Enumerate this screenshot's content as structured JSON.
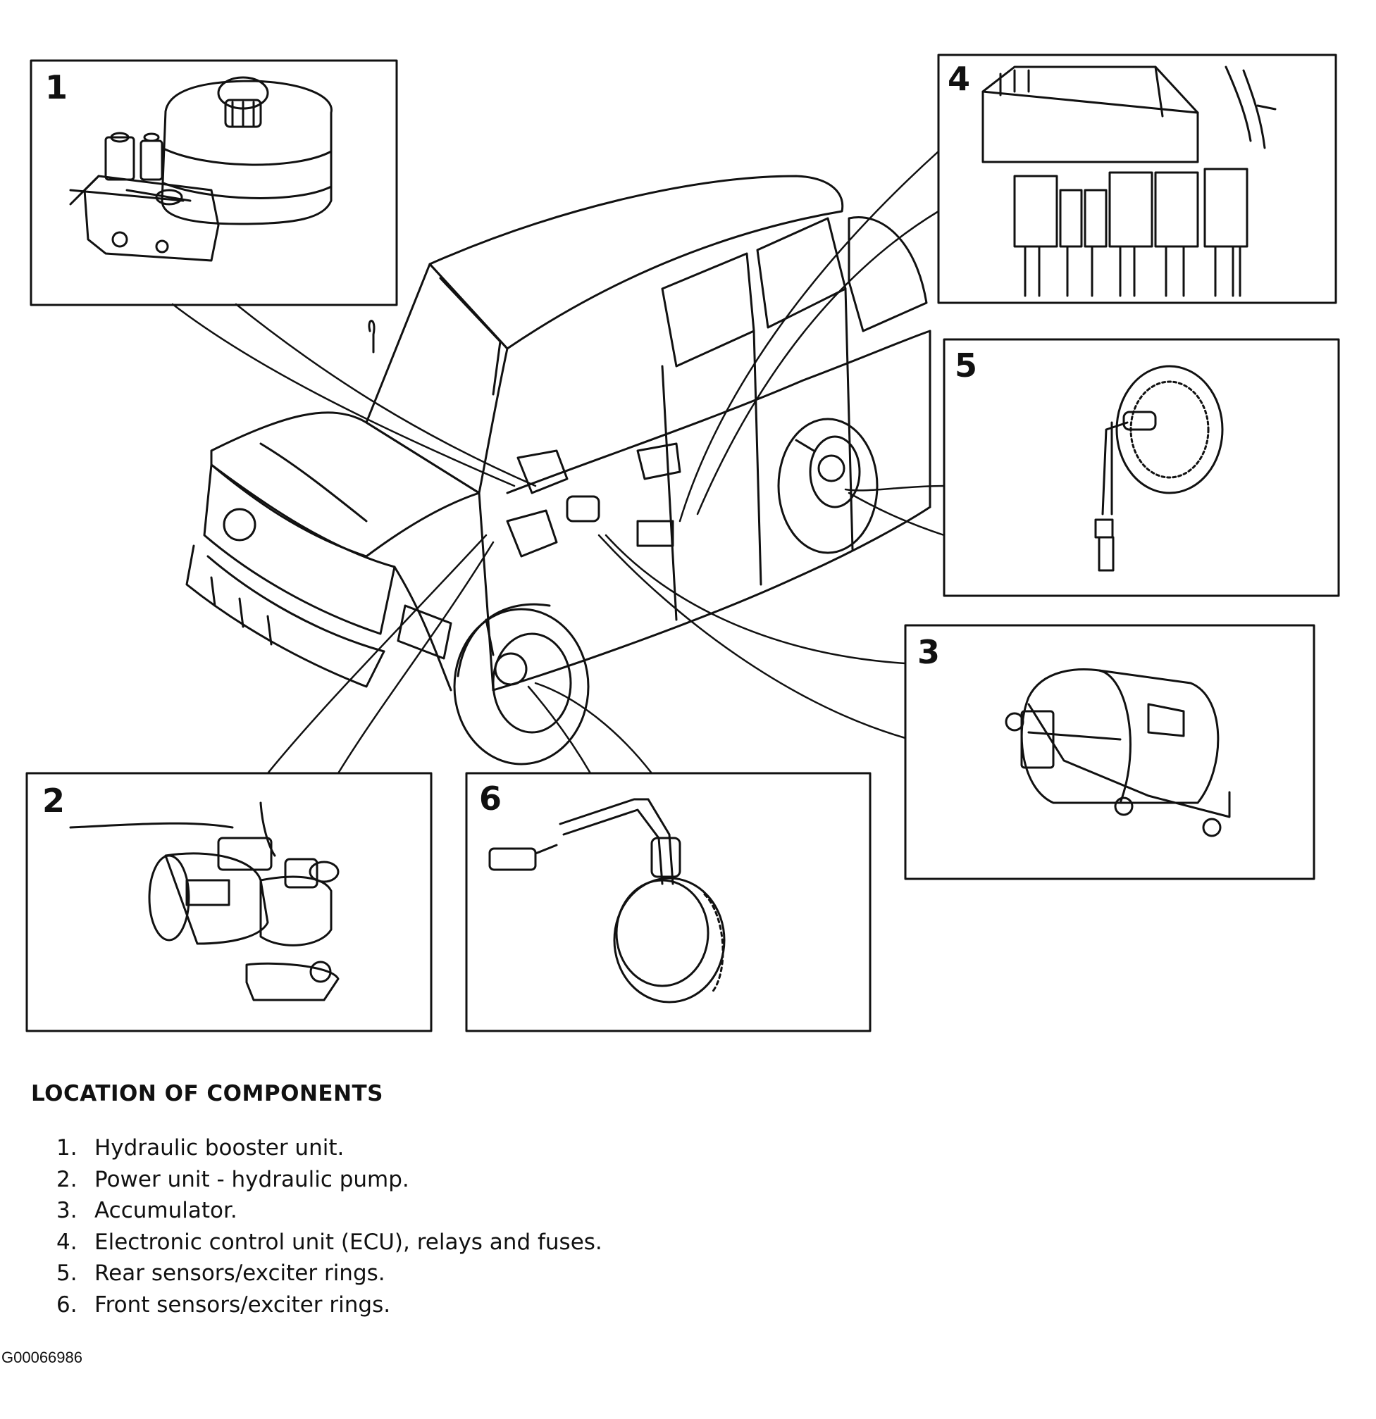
{
  "callouts": [
    {
      "number": "1"
    },
    {
      "number": "2"
    },
    {
      "number": "3"
    },
    {
      "number": "4"
    },
    {
      "number": "5"
    },
    {
      "number": "6"
    }
  ],
  "legend": {
    "title": "LOCATION OF COMPONENTS",
    "items": [
      {
        "num": "1.",
        "text": "Hydraulic booster unit."
      },
      {
        "num": "2.",
        "text": "Power unit - hydraulic pump."
      },
      {
        "num": "3.",
        "text": "Accumulator."
      },
      {
        "num": "4.",
        "text": "Electronic control unit (ECU), relays and fuses."
      },
      {
        "num": "5.",
        "text": "Rear sensors/exciter rings."
      },
      {
        "num": "6.",
        "text": "Front sensors/exciter rings."
      }
    ]
  },
  "figure_id": "G00066986"
}
